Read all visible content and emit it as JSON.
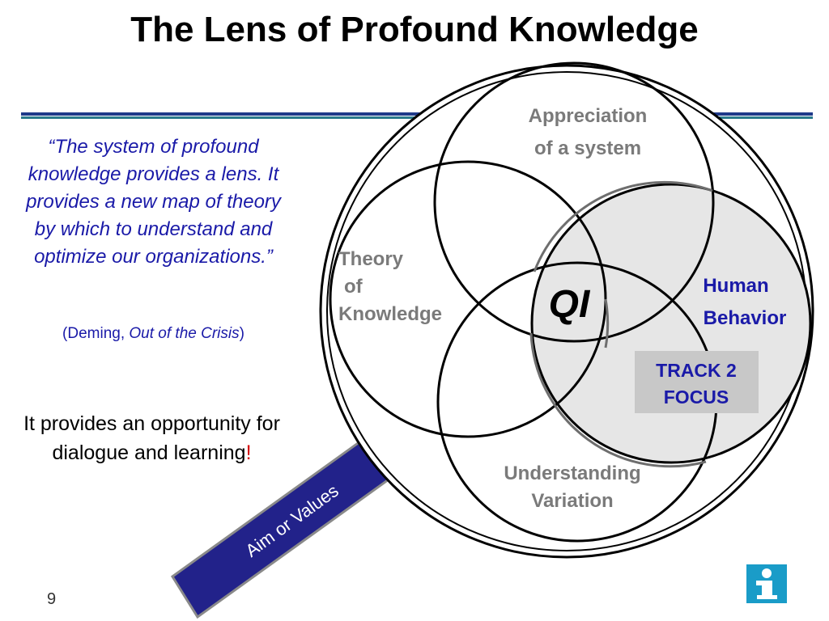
{
  "slide": {
    "title": "The Lens of Profound Knowledge",
    "page_number": "9"
  },
  "quote": {
    "open_mark": "“",
    "text": "The system of profound knowledge provides a lens.  It provides a new map of theory by which to understand and optimize our organizations.",
    "close_mark": "”",
    "citation_prefix": "(Deming, ",
    "citation_title": "Out of the Crisis",
    "citation_suffix": ")"
  },
  "note": {
    "text": "It provides an opportunity for dialogue and learning",
    "exclamation": "!"
  },
  "diagram": {
    "center_label": "QI",
    "circles": {
      "appreciation": [
        "Appreciation",
        "of a system"
      ],
      "theory": [
        "Theory",
        "of",
        "Knowledge"
      ],
      "human": [
        "Human",
        "Behavior"
      ],
      "variation": [
        "Understanding",
        "Variation"
      ]
    },
    "badge": [
      "TRACK 2",
      "FOCUS"
    ],
    "handle_label": "Aim or Values"
  },
  "colors": {
    "quote_text": "#1a1aa8",
    "label_gray": "#7a7a7a",
    "human_blue": "#1a1aa8",
    "handle_fill": "#22228a",
    "badge_fill": "#c8c8c8",
    "highlight_fill": "#e6e6e6",
    "logo": "#1a9cc8"
  }
}
